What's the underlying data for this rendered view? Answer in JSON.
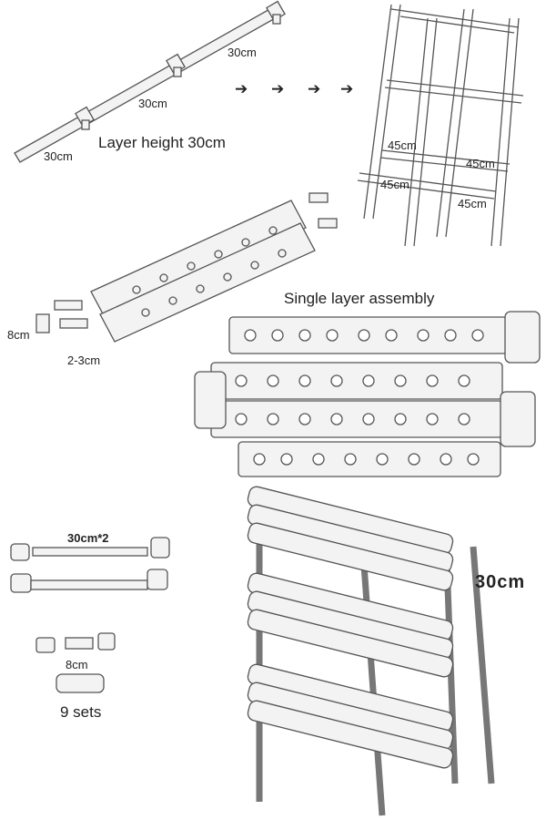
{
  "labels": {
    "pipe_a": "30cm",
    "pipe_b": "30cm",
    "pipe_c": "30cm",
    "layer_height": "Layer height 30cm",
    "frame_a": "45cm",
    "frame_b": "45cm",
    "frame_c": "45cm",
    "frame_d": "45cm",
    "elbow": "8cm",
    "gap": "2-3cm",
    "single_layer": "Single layer assembly",
    "pipe_pair": "30cm*2",
    "connector": "8cm",
    "sets": "9 sets",
    "tier_height": "30cm"
  },
  "arrows": [
    "➔",
    "➔",
    "➔",
    "➔"
  ],
  "colors": {
    "line": "#555555",
    "fill": "#f4f4f4",
    "text": "#222222"
  }
}
